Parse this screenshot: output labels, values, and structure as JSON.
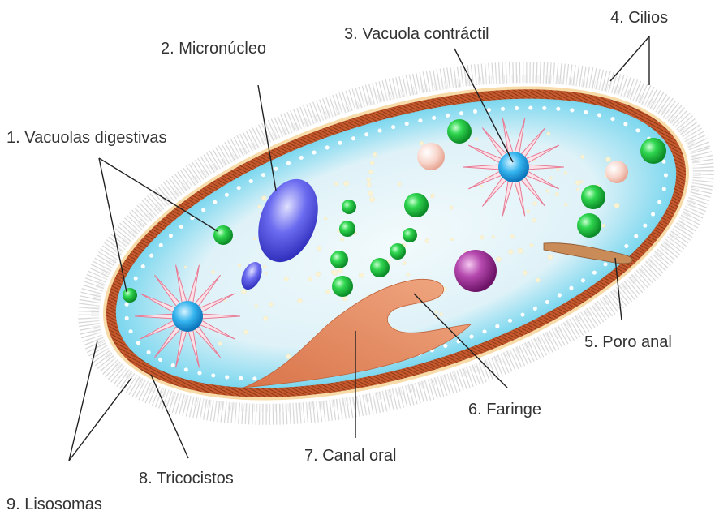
{
  "labels": {
    "vacuolas_digestivas": "1. Vacuolas digestivas",
    "micronucleo": "2. Micronúcleo",
    "vacuola_contractil": "3. Vacuola contráctil",
    "cilios": "4. Cilios",
    "poro_anal": "5. Poro anal",
    "faringe": "6. Faringe",
    "canal_oral": "7. Canal oral",
    "tricocistos": "8. Tricocistos",
    "lisosomas": "9. Lisosomas"
  },
  "colors": {
    "cilia": "#d9d9d9",
    "pellicle": "#f7dba8",
    "trichocyst_band": "#c65a2e",
    "cytoplasm_edge": "#2bc4e8",
    "cytoplasm_center": "#eef8fb",
    "oral_groove": "#e8906a",
    "vacuole_green": "#19b43a",
    "micronucleus": "#4f4fe0",
    "contractile_ray": "#f2a8b8",
    "contractile_center": "#1e9ee0",
    "purple_vacuole": "#a0309a",
    "pink_vacuole": "#f4c8bc",
    "anal_pore": "#c98b58"
  }
}
